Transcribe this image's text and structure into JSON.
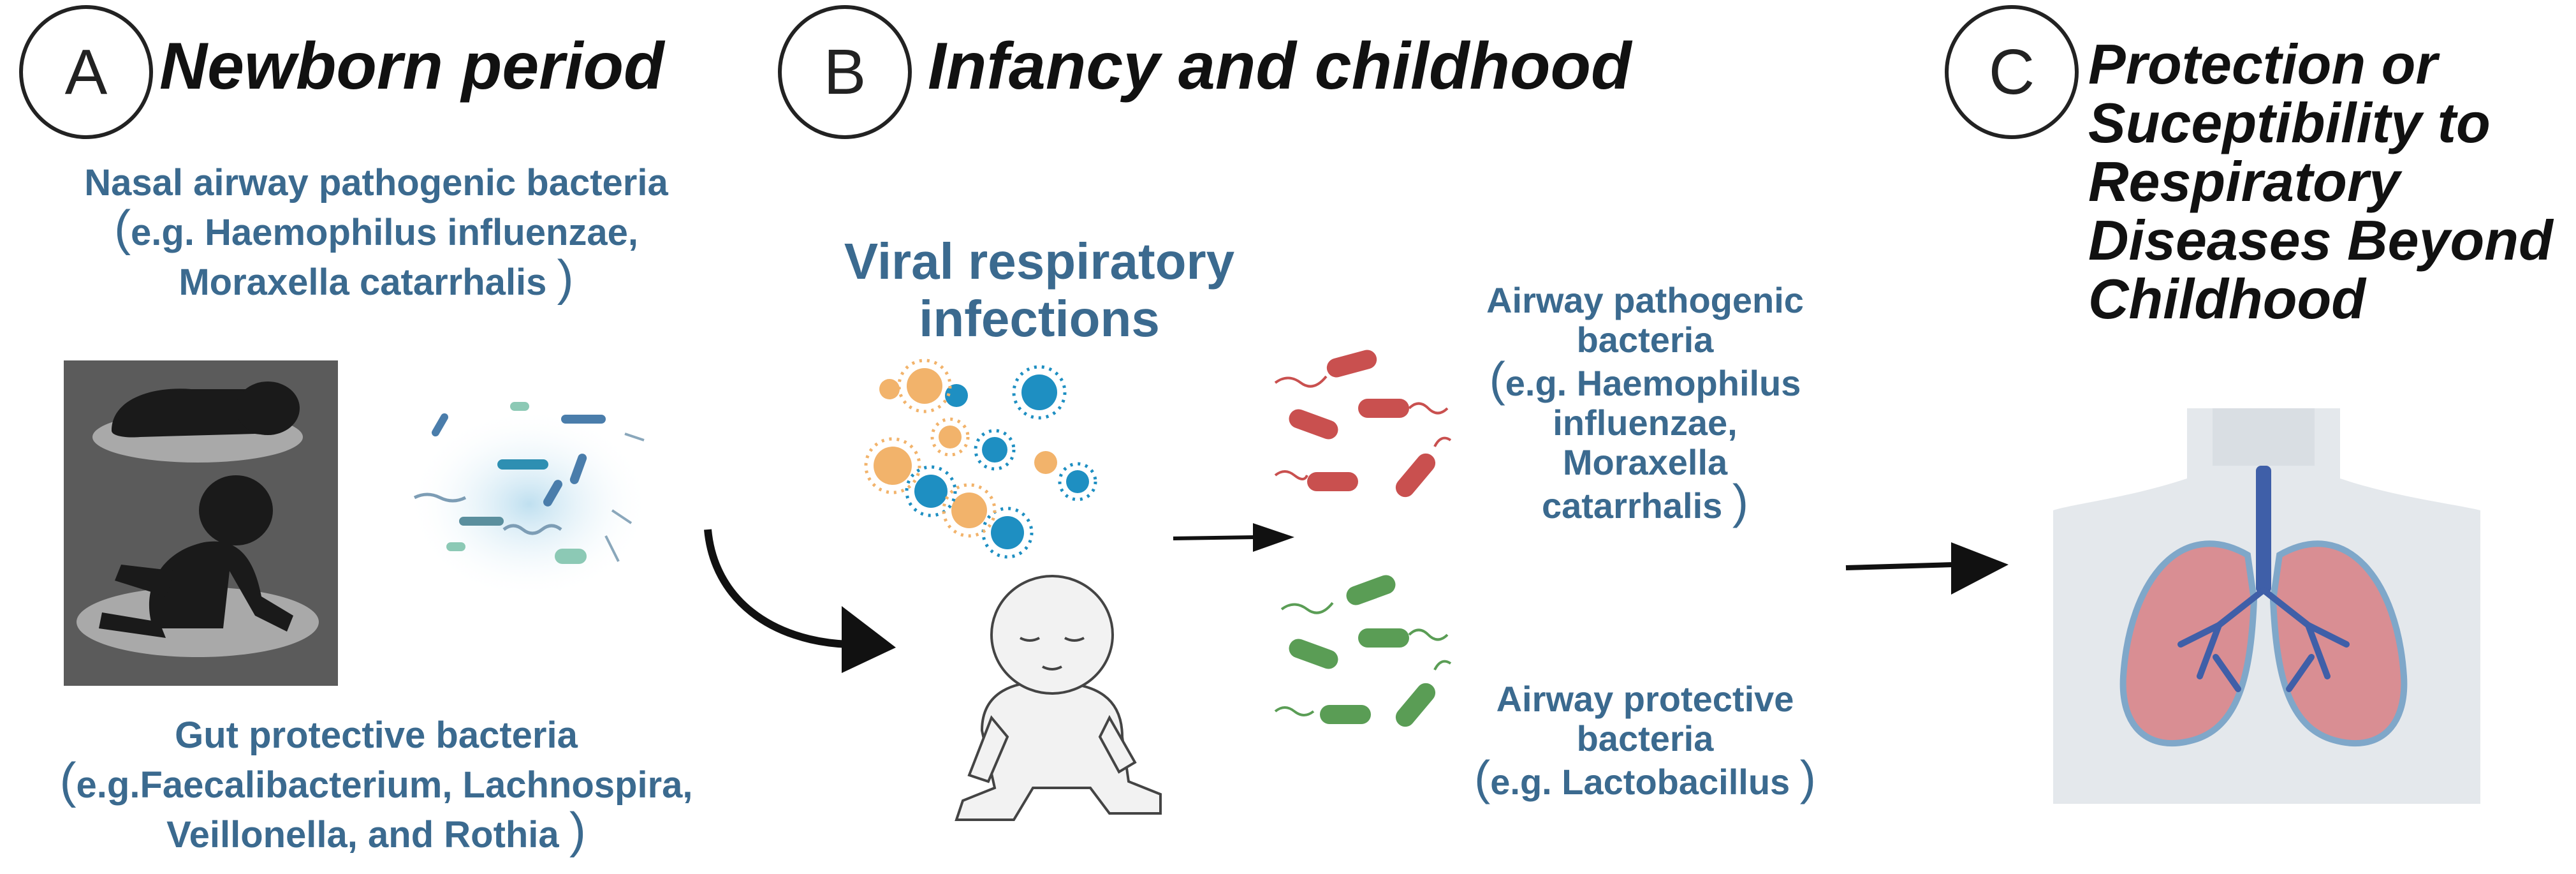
{
  "sections": {
    "a": {
      "letter": "A",
      "title": "Newborn period"
    },
    "b": {
      "letter": "B",
      "title": "Infancy and childhood"
    },
    "c": {
      "letter": "C",
      "title_lines": [
        "Protection or",
        "Suceptibility to",
        "Respiratory",
        "Diseases Beyond",
        "Childhood"
      ]
    }
  },
  "nasal_bacteria": {
    "line1": "Nasal airway pathogenic bacteria",
    "line2_open": "(",
    "line2": "e.g. Haemophilus influenzae,",
    "line3": "Moraxella catarrhalis",
    "line3_close": ")"
  },
  "gut_bacteria": {
    "line1": "Gut protective bacteria",
    "line2_open": "(",
    "line2": "e.g.Faecalibacterium, Lachnospira,",
    "line3": "Veillonella, and Rothia",
    "line3_close": ")"
  },
  "viral": {
    "line1": "Viral respiratory",
    "line2": "infections"
  },
  "airway_pathogenic": {
    "line1": "Airway pathogenic",
    "line2": "bacteria",
    "line3_open": "(",
    "line3": "e.g. Haemophilus",
    "line4": "influenzae,",
    "line5": "Moraxella",
    "line6": "catarrhalis",
    "line6_close": ")"
  },
  "airway_protective": {
    "line1": "Airway protective",
    "line2": "bacteria",
    "line3_open": "(",
    "line3": "e.g. Lactobacillus",
    "line3_close": ")"
  },
  "colors": {
    "label_blue": "#3b6a8f",
    "pathogen_red": "#c9504f",
    "protective_green": "#5a9d55",
    "virus_blue": "#1e8fc2",
    "virus_orange": "#f2b36b",
    "lung_pink": "#d98e93",
    "bronchi_blue": "#3f5fa8",
    "body_grey": "#e4e8ec"
  }
}
